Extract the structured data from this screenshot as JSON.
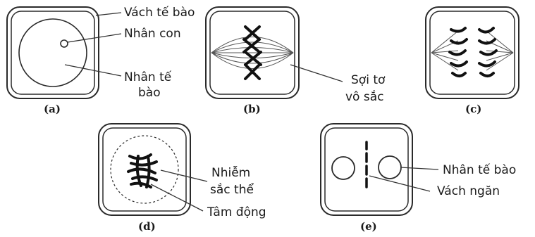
{
  "panels": {
    "a": {
      "caption": "(a)",
      "labels": {
        "cell_wall": "Vách tế bào",
        "nucleolus": "Nhân con",
        "nucleus_1": "Nhân tế",
        "nucleus_2": "bào"
      }
    },
    "b": {
      "caption": "(b)",
      "labels": {
        "spindle_1": "Sợi tơ",
        "spindle_2": "vô sắc"
      }
    },
    "c": {
      "caption": "(c)"
    },
    "d": {
      "caption": "(d)",
      "labels": {
        "chromosome_1": "Nhiễm",
        "chromosome_2": "sắc thể",
        "centromere": "Tâm động"
      }
    },
    "e": {
      "caption": "(e)",
      "labels": {
        "nucleus": "Nhân tế bào",
        "septum": "Vách ngăn"
      }
    }
  }
}
